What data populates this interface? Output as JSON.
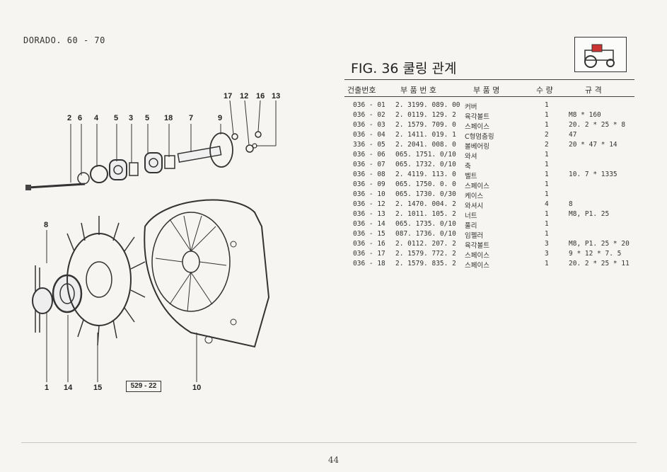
{
  "header": {
    "model_label": "DORADO. 60 - 70",
    "fig_title": "FIG. 36 쿨링 관계"
  },
  "table": {
    "columns": [
      "건출번호",
      "부 품 번 호",
      "부 품 명",
      "수 량",
      "규   격"
    ],
    "rows": [
      {
        "ref": "036 - 01",
        "part_no": "2. 3199. 089. 00",
        "name": "커버",
        "qty": "1",
        "spec": ""
      },
      {
        "ref": "036 - 02",
        "part_no": "2. 0119. 129. 2",
        "name": "육각볼트",
        "qty": "1",
        "spec": "M8 * 160"
      },
      {
        "ref": "036 - 03",
        "part_no": "2. 1579. 709. 0",
        "name": "스페이스",
        "qty": "1",
        "spec": "20. 2 * 25 * 8"
      },
      {
        "ref": "036 - 04",
        "part_no": "2. 1411. 019. 1",
        "name": "C형멈춤링",
        "qty": "2",
        "spec": "47"
      },
      {
        "ref": "336 - 05",
        "part_no": "2. 2041. 008. 0",
        "name": "볼베어링",
        "qty": "2",
        "spec": "20 * 47 * 14"
      },
      {
        "ref": "036 - 06",
        "part_no": "065. 1751. 0/10",
        "name": "와셔",
        "qty": "1",
        "spec": ""
      },
      {
        "ref": "036 - 07",
        "part_no": "065. 1732. 0/10",
        "name": "축",
        "qty": "1",
        "spec": ""
      },
      {
        "ref": "036 - 08",
        "part_no": "2. 4119. 113. 0",
        "name": "벨트",
        "qty": "1",
        "spec": "10. 7 * 1335"
      },
      {
        "ref": "036 - 09",
        "part_no": "065. 1750. 0. 0",
        "name": "스페이스",
        "qty": "1",
        "spec": ""
      },
      {
        "ref": "036 - 10",
        "part_no": "065. 1730. 0/30",
        "name": "케이스",
        "qty": "1",
        "spec": ""
      },
      {
        "ref": "036 - 12",
        "part_no": "2. 1470. 004. 2",
        "name": "와셔시",
        "qty": "4",
        "spec": "8"
      },
      {
        "ref": "036 - 13",
        "part_no": "2. 1011. 105. 2",
        "name": "너트",
        "qty": "1",
        "spec": "M8, P1. 25"
      },
      {
        "ref": "036 - 14",
        "part_no": "065. 1735. 0/10",
        "name": "풀리",
        "qty": "1",
        "spec": ""
      },
      {
        "ref": "036 - 15",
        "part_no": "087. 1736. 0/10",
        "name": "임펠러",
        "qty": "1",
        "spec": ""
      },
      {
        "ref": "036 - 16",
        "part_no": "2. 0112. 207. 2",
        "name": "육각볼트",
        "qty": "3",
        "spec": "M8, P1. 25 * 20"
      },
      {
        "ref": "036 - 17",
        "part_no": "2. 1579. 772. 2",
        "name": "스페이스",
        "qty": "3",
        "spec": "9 * 12 * 7. 5"
      },
      {
        "ref": "036 - 18",
        "part_no": "2. 1579. 835. 2",
        "name": "스페이스",
        "qty": "1",
        "spec": "20. 2 * 25 * 11"
      }
    ]
  },
  "callouts": {
    "top_row": [
      "2",
      "6",
      "4",
      "5",
      "3",
      "5",
      "18",
      "7",
      "9"
    ],
    "top_right": [
      "17",
      "12",
      "16",
      "13"
    ],
    "side": "8",
    "bottom": [
      "1",
      "14",
      "15",
      "10"
    ]
  },
  "ref_code": "529 - 22",
  "page_number": "44"
}
